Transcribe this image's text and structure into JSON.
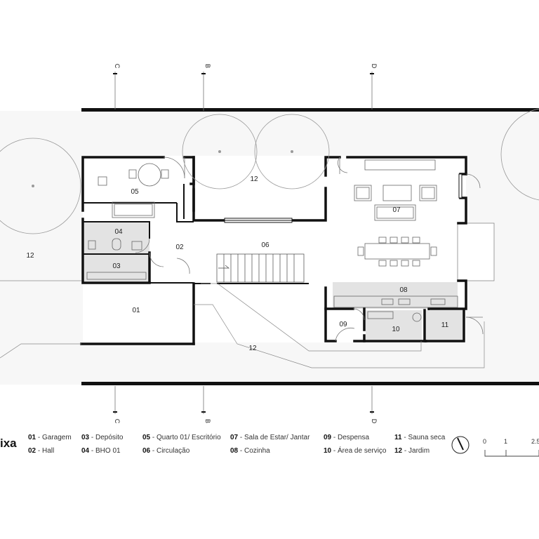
{
  "plan": {
    "title": "ixa",
    "axes": {
      "top": [
        "C",
        "B",
        "D"
      ],
      "bottom": [
        "C",
        "B",
        "D"
      ]
    },
    "rooms": {
      "r01": "01",
      "r02": "02",
      "r03": "03",
      "r04": "04",
      "r05": "05",
      "r06": "06",
      "r07": "07",
      "r08": "08",
      "r09": "09",
      "r10": "10",
      "r11": "11",
      "r12a": "12",
      "r12b": "12",
      "r12c": "12"
    }
  },
  "legend": [
    {
      "num": "01",
      "label": "- Garagem"
    },
    {
      "num": "02",
      "label": "- Hall"
    },
    {
      "num": "03",
      "label": "- Depósito"
    },
    {
      "num": "04",
      "label": "- BHO 01"
    },
    {
      "num": "05",
      "label": "- Quarto 01/ Escritório"
    },
    {
      "num": "06",
      "label": "- Circulação"
    },
    {
      "num": "07",
      "label": "- Sala de Estar/ Jantar"
    },
    {
      "num": "08",
      "label": "- Cozinha"
    },
    {
      "num": "09",
      "label": "- Despensa"
    },
    {
      "num": "10",
      "label": "- Área de serviço"
    },
    {
      "num": "11",
      "label": "- Sauna seca"
    },
    {
      "num": "12",
      "label": "- Jardim"
    }
  ],
  "scale": {
    "ticks": [
      "0",
      "1",
      "2.5"
    ]
  },
  "colors": {
    "wall": "#111111",
    "wet_area": "#e3e3e3",
    "furniture": "#555555",
    "tree": "#999999"
  }
}
